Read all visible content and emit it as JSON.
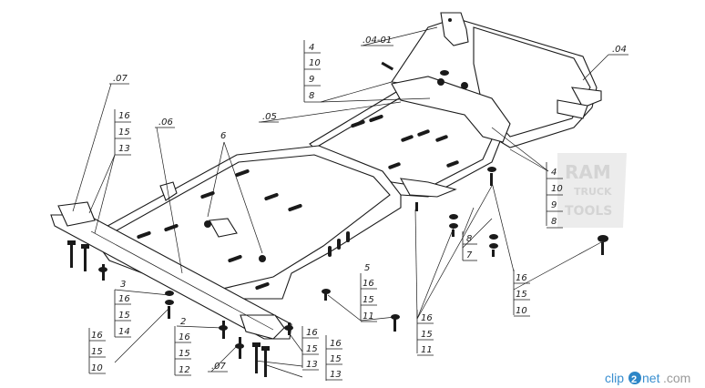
{
  "callouts": {
    "c0401": ".04-01",
    "c04": ".04",
    "c07_top": ".07",
    "c07_bottom": ".07",
    "c06": ".06",
    "c05": ".05",
    "c6": "6",
    "stack_top": [
      "4",
      "10",
      "9",
      "8"
    ],
    "stack_right": [
      "4",
      "10",
      "9",
      "8"
    ],
    "stack_left_top": [
      "16",
      "15",
      "13"
    ],
    "stack_3": [
      "3",
      "16",
      "15",
      "14"
    ],
    "stack_left_bottom": [
      "16",
      "15",
      "10"
    ],
    "stack_2": [
      "2",
      "16",
      "15",
      "12"
    ],
    "stack_5": [
      "5",
      "16",
      "15",
      "11"
    ],
    "stack_bottom_mid": [
      "16",
      "15",
      "11"
    ],
    "stack_bottom_13a": [
      "16",
      "15",
      "13"
    ],
    "stack_bottom_13b": [
      "16",
      "15",
      "13"
    ],
    "stack_8_7": [
      "8",
      "7"
    ],
    "stack_right_bottom": [
      "16",
      "15",
      "10"
    ]
  },
  "watermark": {
    "line1": "RAM",
    "line2": "TRUCK",
    "line3": "TOOLS"
  },
  "footer": {
    "site_part1": "clip",
    "site_part2": "2",
    "site_part3": "net",
    "site_part4": ".com"
  },
  "colors": {
    "line": "#1a1a1a",
    "watermark": "#d7d7d7",
    "brand_blue": "#2e86c7"
  }
}
